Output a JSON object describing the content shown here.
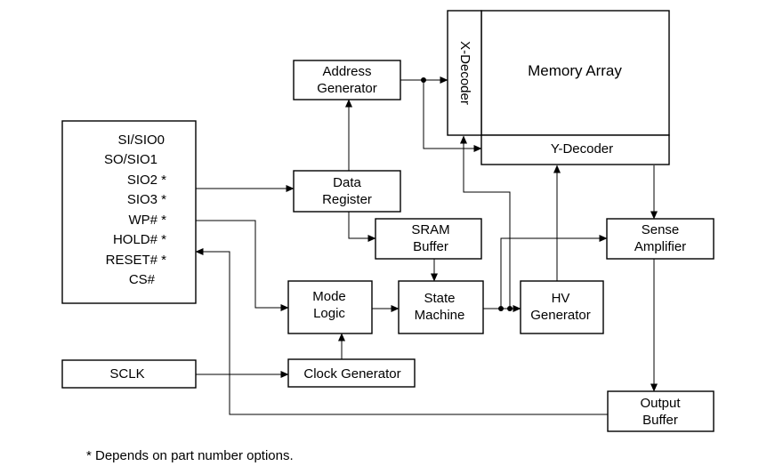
{
  "blocks": {
    "address_generator": [
      "Address",
      "Generator"
    ],
    "x_decoder": "X-Decoder",
    "memory_array": "Memory Array",
    "y_decoder": "Y-Decoder",
    "data_register": [
      "Data",
      "Register"
    ],
    "sram_buffer": [
      "SRAM",
      "Buffer"
    ],
    "sense_amplifier": [
      "Sense",
      "Amplifier"
    ],
    "mode_logic": [
      "Mode",
      "Logic"
    ],
    "state_machine": [
      "State",
      "Machine"
    ],
    "hv_generator": [
      "HV",
      "Generator"
    ],
    "sclk": "SCLK",
    "clock_generator": "Clock Generator",
    "output_buffer": [
      "Output",
      "Buffer"
    ]
  },
  "io_pins": [
    "SI/SIO0",
    "SO/SIO1",
    "SIO2 *",
    "SIO3 *",
    "WP# *",
    "HOLD# *",
    "RESET# *",
    "CS#"
  ],
  "footnote": "* Depends on part number options."
}
